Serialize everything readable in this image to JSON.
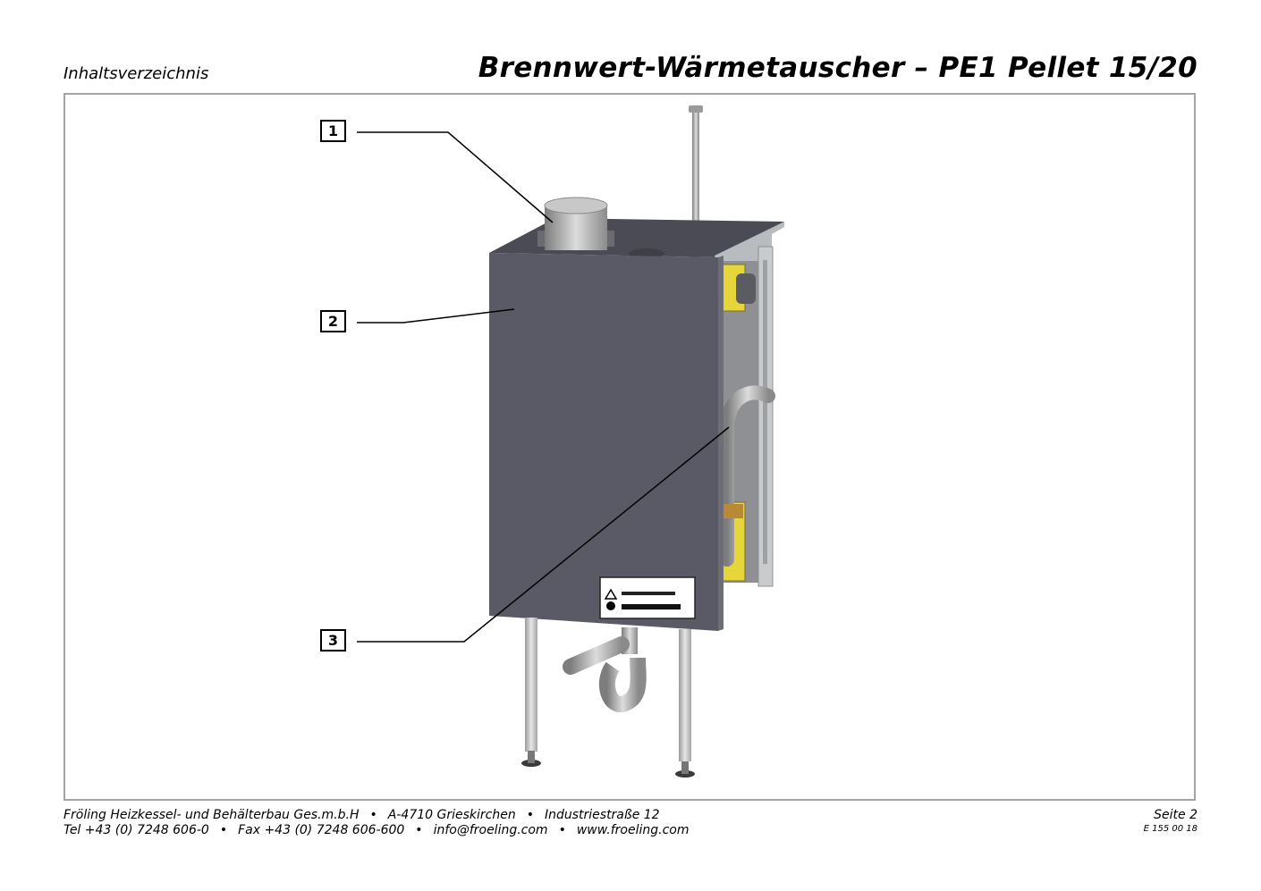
{
  "header": {
    "section": "Inhaltsverzeichnis",
    "title": "Brennwert-Wärmetauscher – PE1 Pellet 15/20"
  },
  "figure": {
    "callouts": [
      "1",
      "2",
      "3"
    ]
  },
  "footer": {
    "company": "Fröling Heizkessel- und Behälterbau Ges.m.b.H",
    "address": "A-4710 Grieskirchen",
    "street": "Industriestraße 12",
    "phone": "Tel +43 (0) 7248 606-0",
    "fax": "Fax +43 (0) 7248 606-600",
    "email": "info@froeling.com",
    "web": "www.froeling.com",
    "separator": "•",
    "page": "Seite 2",
    "doc_number": "E 155 00 18"
  }
}
